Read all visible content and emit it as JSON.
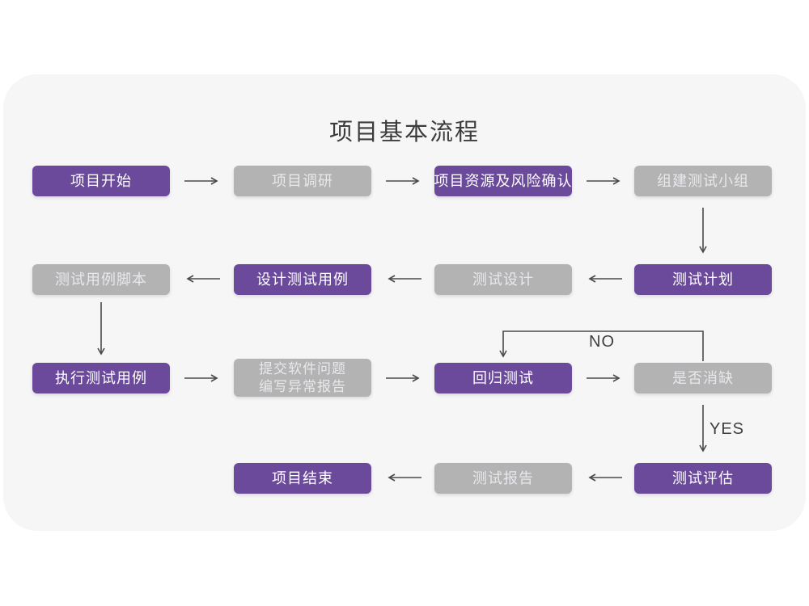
{
  "title": "项目基本流程",
  "flowchart": {
    "nodes": [
      {
        "id": "project-start",
        "label": "项目开始",
        "type": "purple"
      },
      {
        "id": "project-research",
        "label": "项目调研",
        "type": "gray"
      },
      {
        "id": "resource-risk",
        "label": "项目资源及风险确认",
        "type": "purple"
      },
      {
        "id": "build-test-team",
        "label": "组建测试小组",
        "type": "gray"
      },
      {
        "id": "test-plan",
        "label": "测试计划",
        "type": "purple"
      },
      {
        "id": "test-design",
        "label": "测试设计",
        "type": "gray"
      },
      {
        "id": "design-test-cases",
        "label": "设计测试用例",
        "type": "purple"
      },
      {
        "id": "test-case-script",
        "label": "测试用例脚本",
        "type": "gray"
      },
      {
        "id": "execute-test-cases",
        "label": "执行测试用例",
        "type": "purple"
      },
      {
        "id": "submit-issue-report",
        "label": "提交软件问题",
        "label2": "编写异常报告",
        "type": "gray"
      },
      {
        "id": "regression-test",
        "label": "回归测试",
        "type": "purple"
      },
      {
        "id": "defect-cleared",
        "label": "是否消缺",
        "type": "gray"
      },
      {
        "id": "test-evaluation",
        "label": "测试评估",
        "type": "purple"
      },
      {
        "id": "test-report",
        "label": "测试报告",
        "type": "gray"
      },
      {
        "id": "project-end",
        "label": "项目结束",
        "type": "purple"
      }
    ],
    "edge_labels": {
      "no": "NO",
      "yes": "YES"
    },
    "colors": {
      "purple": "#6b4a9c",
      "gray": "#b3b3b3",
      "node_text_purple": "#ffffff",
      "node_text_gray": "#e9e7ec",
      "arrow": "#4a4a4a",
      "card_bg": "#f6f6f7"
    }
  }
}
